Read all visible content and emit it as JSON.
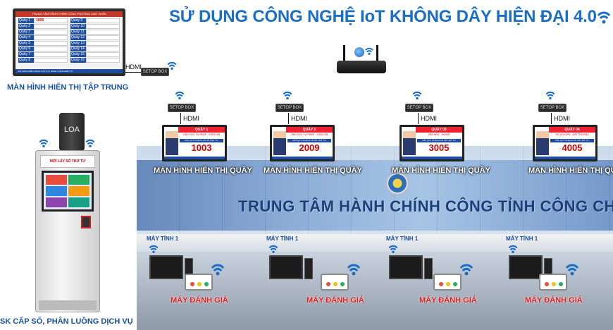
{
  "title": "SỬ DỤNG CÔNG NGHỆ IoT KHÔNG DÂY HIỆN ĐẠI 4.0",
  "central_display": {
    "caption": "MÀN HÌNH HIỂN THỊ TẬP TRUNG",
    "header": "TRUNG TÂM HÀNH CHÍNH CÔNG PHƯỜNG LINH XUÂN",
    "rows_left": [
      {
        "label": "Quầy 1",
        "value": "1005"
      },
      {
        "label": "Quầy 2",
        "value": ""
      },
      {
        "label": "Quầy 3",
        "value": ""
      },
      {
        "label": "Quầy 4",
        "value": ""
      },
      {
        "label": "Quầy 5",
        "value": ""
      },
      {
        "label": "Quầy 6",
        "value": ""
      },
      {
        "label": "Quầy 7",
        "value": ""
      },
      {
        "label": "Quầy 8",
        "value": ""
      }
    ],
    "rows_right": [
      {
        "label": "Quầy 9",
        "value": ""
      },
      {
        "label": "Quầy 10",
        "value": ""
      },
      {
        "label": "Quầy 11",
        "value": ""
      },
      {
        "label": "Quầy 12",
        "value": ""
      },
      {
        "label": "Quầy 13",
        "value": ""
      },
      {
        "label": "Quầy 14",
        "value": ""
      },
      {
        "label": "Quầy 15",
        "value": ""
      },
      {
        "label": "Quầy 16",
        "value": ""
      }
    ],
    "footer": "ĐÀ NẴNG ĐIỀU HÀNH THỦ TỤC HÀNH CHÍNH ĐIỆN TỬ"
  },
  "setop_box_label": "SETOP BOX",
  "hdmi_label": "HDMI",
  "speaker_label": "LOA",
  "counters": [
    {
      "queue": "QUẦY 1",
      "field": "LĨNH VỰC TƯ PHÁP - CÔNG AN",
      "bar": "MỜI QUÝ KHÁCH CÓ SỐ THỨ TỰ",
      "number": "1003",
      "caption": "MÀN HÌNH HIỂN THỊ QUẦY"
    },
    {
      "queue": "QUẦY  2",
      "field": "LĨNH VỰC TƯ PHÁP - CÔNG AN",
      "bar": "MỜI QUÝ KHÁCH CÓ SỐ THỨ TỰ",
      "number": "2009",
      "caption": "MÀN HÌNH HIỂN THỊ QUẦY"
    },
    {
      "queue": "QUẦY 03",
      "field": "VĂN HÓA - XÃ HỘI",
      "bar": "MỜI QUÝ KHÁCH CÓ SỐ THỨ TỰ",
      "number": "3005",
      "caption": "MÀN HÌNH HIỂN THỊ QUẦY"
    },
    {
      "queue": "QUẦY 04",
      "field": "TÀI NGUYÊN - MÔI TRƯỜNG",
      "bar": "MỜI QUÝ KHÁCH CÓ SỐ THỨ TỰ",
      "number": "4005",
      "caption": "MÀN HÌNH HIỂN THỊ QUẦY"
    }
  ],
  "hall_text": "TRUNG TÂM HÀNH CHÍNH CÔNG TỈNH CÔNG CHÍNH",
  "computer_label": "MÁY TÍNH 1",
  "rating_label": "MÁY ĐÁNH GIÁ",
  "kiosk": {
    "top_label": "MỜI LẤY SỐ THỨ TỰ",
    "caption": "SK CẤP SỐ, PHÂN LUỒNG DỊCH VỤ"
  },
  "colors": {
    "title": "#1a6fc4",
    "caption_blue": "#1a4f9c",
    "accent_red": "#e02020",
    "wifi": "#1a6fc4"
  }
}
